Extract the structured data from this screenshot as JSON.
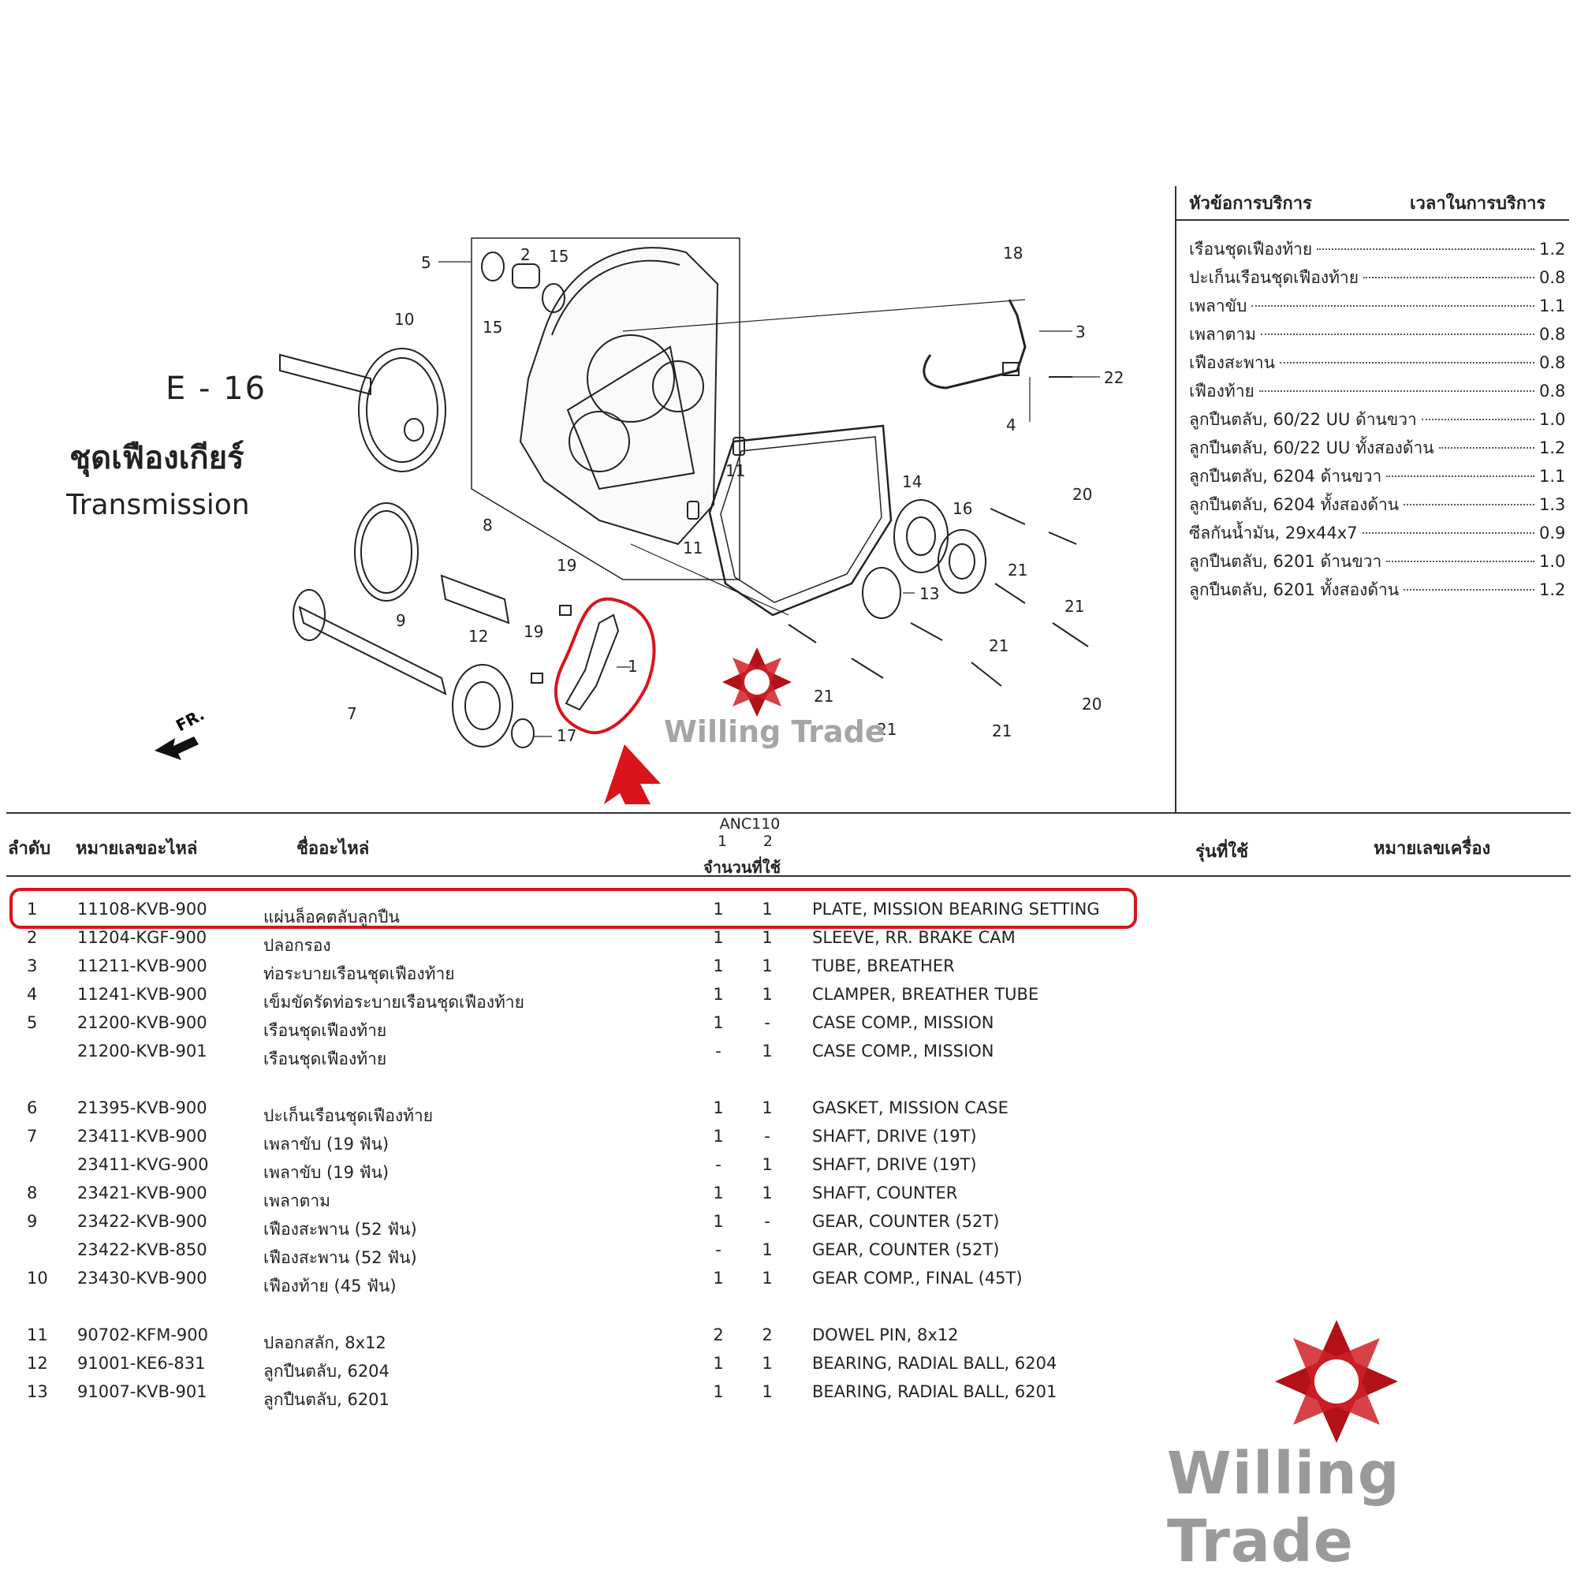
{
  "section": {
    "code": "E - 16",
    "title_th": "ชุดเฟืองเกียร์",
    "title_en": "Transmission"
  },
  "diagram": {
    "fr_label": "FR.",
    "callouts": [
      "1",
      "2",
      "3",
      "4",
      "5",
      "7",
      "8",
      "9",
      "10",
      "11",
      "11",
      "12",
      "13",
      "14",
      "15",
      "15",
      "16",
      "17",
      "18",
      "19",
      "19",
      "20",
      "20",
      "21",
      "21",
      "21",
      "21",
      "21",
      "21",
      "22"
    ]
  },
  "service_times": {
    "header_item": "หัวข้อการบริการ",
    "header_time": "เวลาในการบริการ",
    "items": [
      {
        "name": "เรือนชุดเฟืองท้าย",
        "time": "1.2"
      },
      {
        "name": "ปะเก็นเรือนชุดเฟืองท้าย",
        "time": "0.8"
      },
      {
        "name": "เพลาขับ",
        "time": "1.1"
      },
      {
        "name": "เพลาตาม",
        "time": "0.8"
      },
      {
        "name": "เฟืองสะพาน",
        "time": "0.8"
      },
      {
        "name": "เฟืองท้าย",
        "time": "0.8"
      },
      {
        "name": "ลูกปืนตลับ, 60/22 UU ด้านขวา",
        "time": "1.0"
      },
      {
        "name": "ลูกปืนตลับ, 60/22 UU ทั้งสองด้าน",
        "time": "1.2"
      },
      {
        "name": "ลูกปืนตลับ, 6204 ด้านขวา",
        "time": "1.1"
      },
      {
        "name": "ลูกปืนตลับ, 6204 ทั้งสองด้าน",
        "time": "1.3"
      },
      {
        "name": "ซีลกันน้ำมัน, 29x44x7",
        "time": "0.9"
      },
      {
        "name": "ลูกปืนตลับ, 6201 ด้านขวา",
        "time": "1.0"
      },
      {
        "name": "ลูกปืนตลับ, 6201 ทั้งสองด้าน",
        "time": "1.2"
      }
    ]
  },
  "table": {
    "headers": {
      "no": "ลำดับ",
      "part_number": "หมายเลขอะไหล่",
      "part_name": "ชื่ออะไหล่",
      "model": "ANC110",
      "col1": "1",
      "col2": "2",
      "qty": "จำนวนที่ใช้",
      "applicable": "รุ่นที่ใช้",
      "frame_number": "หมายเลขเครื่อง"
    },
    "rows": [
      {
        "no": "1",
        "pn": "11108-KVB-900",
        "th": "แผ่นล็อคตลับลูกปืน",
        "q1": "1",
        "q2": "1",
        "en": "PLATE, MISSION BEARING SETTING"
      },
      {
        "no": "2",
        "pn": "11204-KGF-900",
        "th": "ปลอกรอง",
        "q1": "1",
        "q2": "1",
        "en": "SLEEVE, RR. BRAKE CAM"
      },
      {
        "no": "3",
        "pn": "11211-KVB-900",
        "th": "ท่อระบายเรือนชุดเฟืองท้าย",
        "q1": "1",
        "q2": "1",
        "en": "TUBE, BREATHER"
      },
      {
        "no": "4",
        "pn": "11241-KVB-900",
        "th": "เข็มขัดรัดท่อระบายเรือนชุดเฟืองท้าย",
        "q1": "1",
        "q2": "1",
        "en": "CLAMPER, BREATHER TUBE"
      },
      {
        "no": "5",
        "pn": "21200-KVB-900",
        "th": "เรือนชุดเฟืองท้าย",
        "q1": "1",
        "q2": "-",
        "en": "CASE COMP., MISSION"
      },
      {
        "no": "",
        "pn": "21200-KVB-901",
        "th": "เรือนชุดเฟืองท้าย",
        "q1": "-",
        "q2": "1",
        "en": "CASE COMP., MISSION"
      },
      {
        "blank": true
      },
      {
        "no": "6",
        "pn": "21395-KVB-900",
        "th": "ปะเก็นเรือนชุดเฟืองท้าย",
        "q1": "1",
        "q2": "1",
        "en": "GASKET, MISSION CASE"
      },
      {
        "no": "7",
        "pn": "23411-KVB-900",
        "th": "เพลาขับ (19 ฟัน)",
        "q1": "1",
        "q2": "-",
        "en": "SHAFT, DRIVE (19T)"
      },
      {
        "no": "",
        "pn": "23411-KVG-900",
        "th": "เพลาขับ (19 ฟัน)",
        "q1": "-",
        "q2": "1",
        "en": "SHAFT, DRIVE (19T)"
      },
      {
        "no": "8",
        "pn": "23421-KVB-900",
        "th": "เพลาตาม",
        "q1": "1",
        "q2": "1",
        "en": "SHAFT, COUNTER"
      },
      {
        "no": "9",
        "pn": "23422-KVB-900",
        "th": "เฟืองสะพาน (52 ฟัน)",
        "q1": "1",
        "q2": "-",
        "en": "GEAR, COUNTER (52T)"
      },
      {
        "no": "",
        "pn": "23422-KVB-850",
        "th": "เฟืองสะพาน (52 ฟัน)",
        "q1": "-",
        "q2": "1",
        "en": "GEAR, COUNTER (52T)"
      },
      {
        "no": "10",
        "pn": "23430-KVB-900",
        "th": "เฟืองท้าย (45 ฟัน)",
        "q1": "1",
        "q2": "1",
        "en": "GEAR COMP., FINAL (45T)"
      },
      {
        "blank": true
      },
      {
        "no": "11",
        "pn": "90702-KFM-900",
        "th": "ปลอกสลัก, 8x12",
        "q1": "2",
        "q2": "2",
        "en": "DOWEL PIN, 8x12"
      },
      {
        "no": "12",
        "pn": "91001-KE6-831",
        "th": "ลูกปืนตลับ, 6204",
        "q1": "1",
        "q2": "1",
        "en": "BEARING, RADIAL BALL, 6204"
      },
      {
        "no": "13",
        "pn": "91007-KVB-901",
        "th": "ลูกปืนตลับ, 6201",
        "q1": "1",
        "q2": "1",
        "en": "BEARING, RADIAL BALL, 6201"
      }
    ]
  },
  "watermark": {
    "brand": "Willing Trade"
  },
  "colors": {
    "highlight": "#d9141b",
    "logo_red": "#b01218",
    "watermark_gray": "#9a9a9a"
  }
}
